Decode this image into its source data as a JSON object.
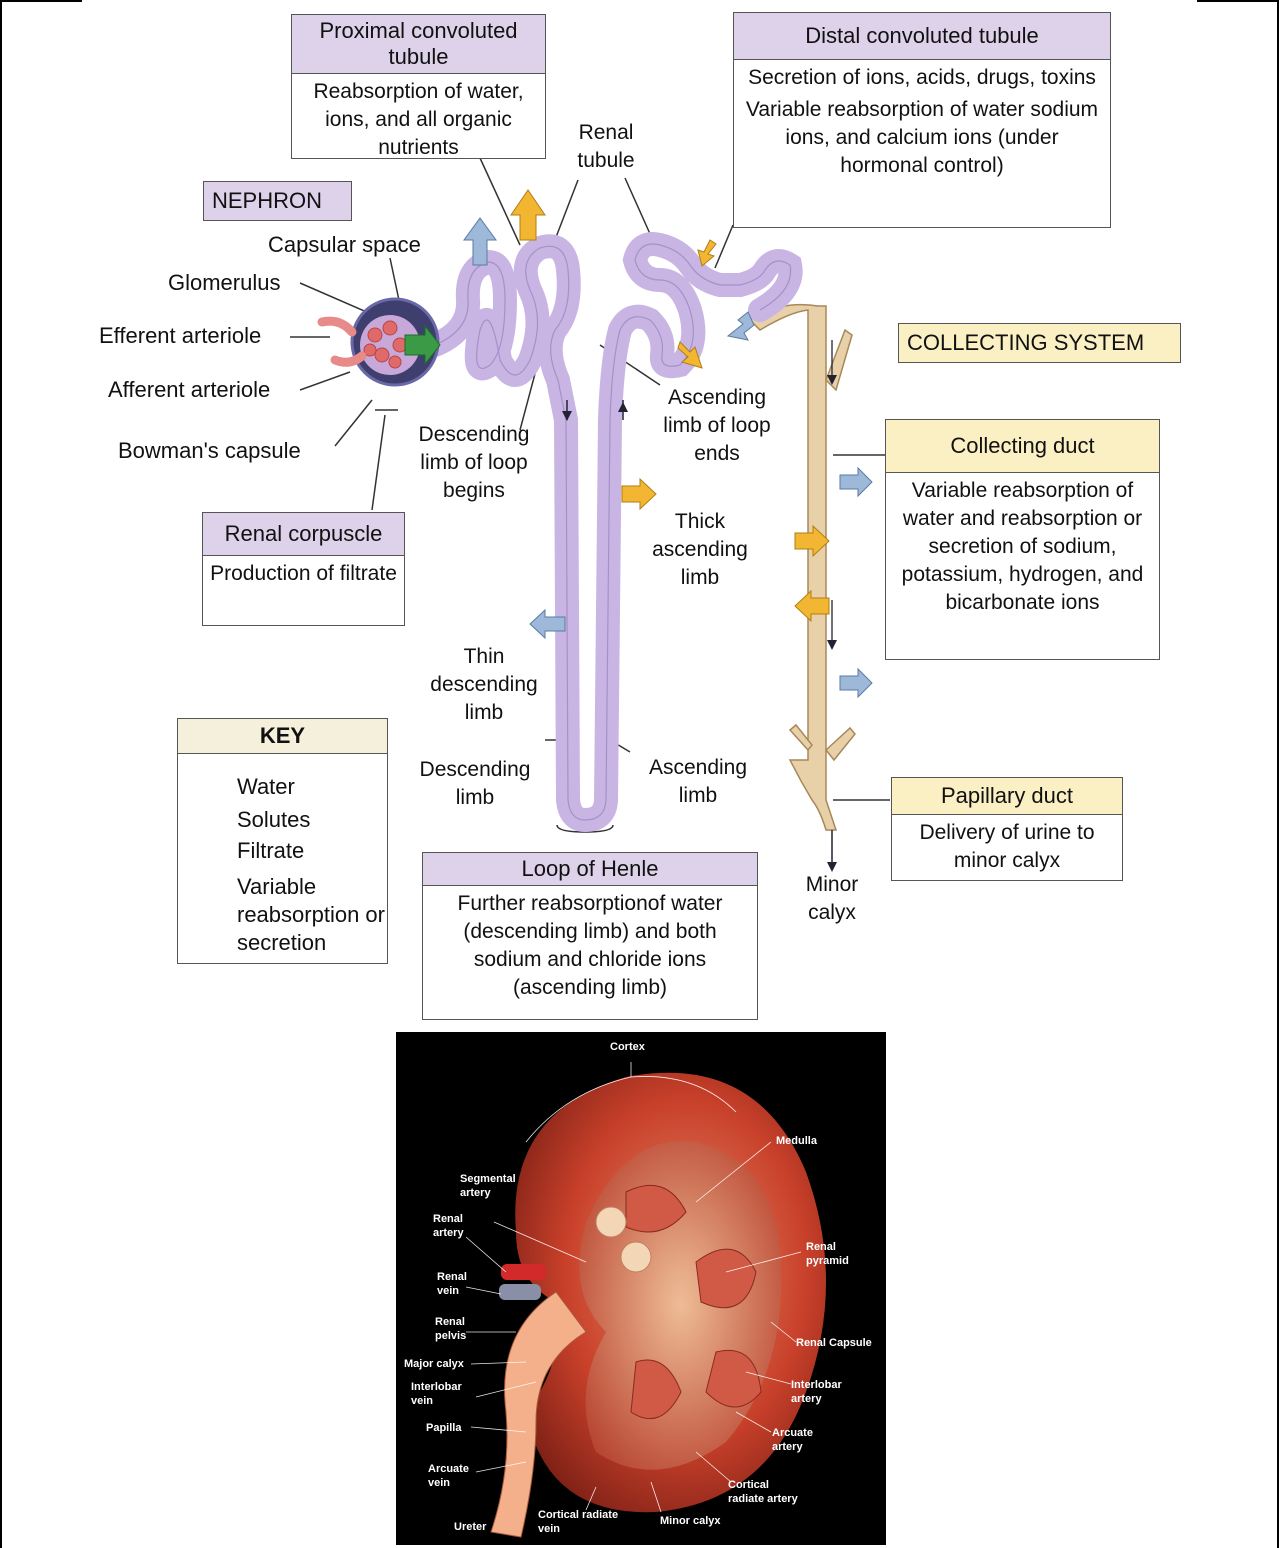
{
  "nephron_tag": "NEPHRON",
  "collecting_tag": "COLLECTING SYSTEM",
  "pct": {
    "title": "Proximal convoluted tubule",
    "body": "Reabsorption of water, ions, and all organic nutrients"
  },
  "dct": {
    "title": "Distal convoluted tubule",
    "body1": "Secretion of ions, acids, drugs, toxins",
    "body2": "Variable reabsorption of water sodium ions, and calcium ions (under hormonal control)"
  },
  "renal_corpuscle": {
    "title": "Renal corpuscle",
    "body": "Production of filtrate"
  },
  "collecting_duct": {
    "title": "Collecting duct",
    "body": "Variable reabsorption of water and reabsorption or secretion of sodium, potassium, hydrogen, and bicarbonate ions"
  },
  "papillary_duct": {
    "title": "Papillary duct",
    "body": "Delivery of urine to minor calyx"
  },
  "loop_of_henle": {
    "title": "Loop of Henle",
    "body": "Further reabsorptionof water (descending limb) and both sodium and chloride ions (ascending limb)"
  },
  "labels": {
    "renal_tubule": "Renal tubule",
    "capsular_space": "Capsular space",
    "glomerulus": "Glomerulus",
    "efferent_arteriole": "Efferent arteriole",
    "afferent_arteriole": "Afferent arteriole",
    "bowmans_capsule": "Bowman's capsule",
    "descending_limb_begins": "Descending limb of loop begins",
    "ascending_limb_ends": "Ascending limb of loop ends",
    "thick_ascending_limb": "Thick ascending limb",
    "thin_descending_limb": "Thin descending limb",
    "descending_limb": "Descending limb",
    "ascending_limb": "Ascending limb",
    "minor_calyx": "Minor calyx"
  },
  "key": {
    "title": "KEY",
    "items": [
      {
        "label": "Water",
        "color": "#9db8d8"
      },
      {
        "label": "Solutes",
        "color": "#f2b632"
      },
      {
        "label": "Filtrate",
        "color": "#3a9a45"
      },
      {
        "label": "Variable reabsorption or secretion",
        "color": "#ffffff"
      }
    ]
  },
  "kidney_labels": {
    "cortex": "Cortex",
    "medulla": "Medulla",
    "segmental_artery": "Segmental\nartery",
    "renal_artery": "Renal\nartery",
    "renal_vein": "Renal\nvein",
    "renal_pelvis": "Renal\npelvis",
    "major_calyx": "Major calyx",
    "interlobar_vein": "Interlobar\nvein",
    "papilla": "Papilla",
    "arcuate_vein": "Arcuate\nvein",
    "ureter": "Ureter",
    "cortical_radiate_vein": "Cortical radiate\nvein",
    "minor_calyx": "Minor calyx",
    "cortical_radiate_artery": "Cortical\nradiate artery",
    "arcuate_artery": "Arcuate\nartery",
    "interlobar_artery": "Interlobar\nartery",
    "renal_capsule": "Renal Capsule",
    "renal_pyramid": "Renal\npyramid"
  },
  "colors": {
    "tubule": "#c9b5e3",
    "collecting": "#e8d1a8",
    "header_purple": "#ddd2ea",
    "header_yellow": "#fbf0c4"
  }
}
